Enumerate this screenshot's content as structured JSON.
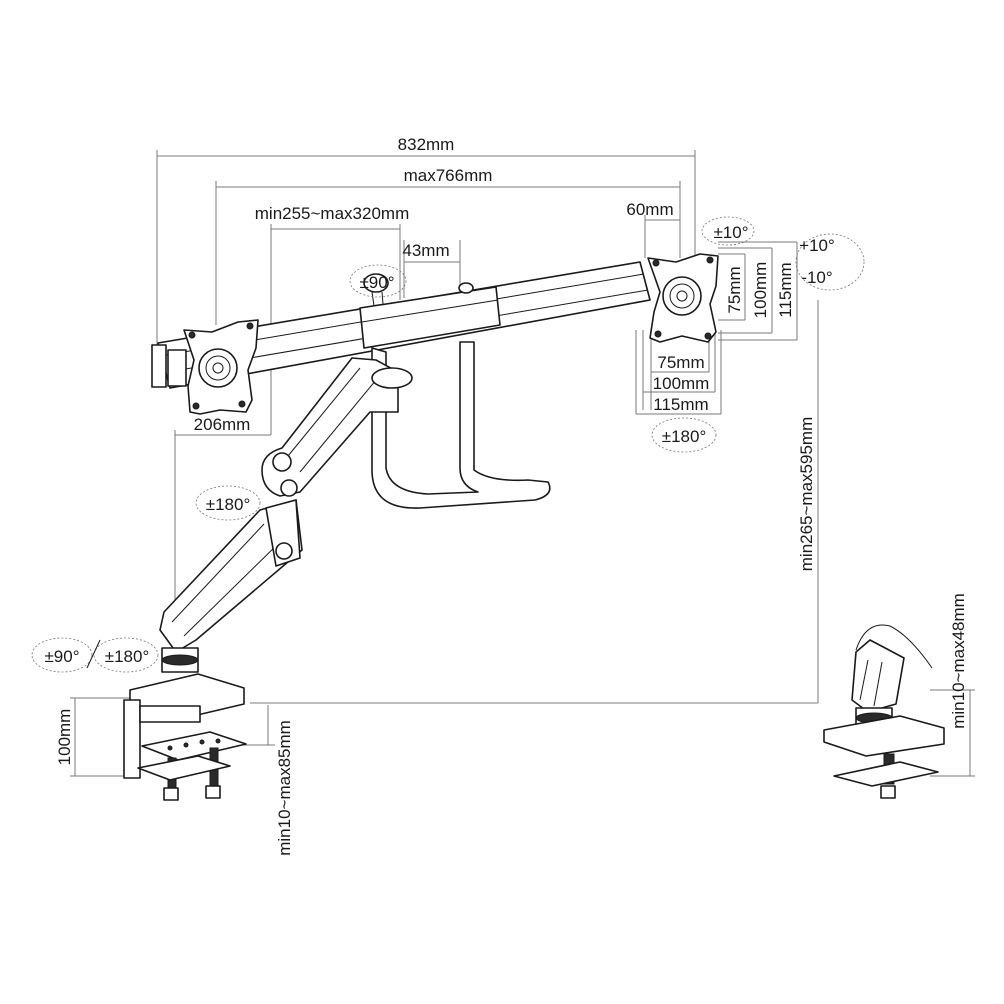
{
  "dimensions": {
    "total_width": "832mm",
    "vesa_span": "max766mm",
    "arm_reach": "min255~max320mm",
    "offset_60": "60mm",
    "offset_43": "43mm",
    "offset_206": "206mm",
    "vesa_75_v": "75mm",
    "vesa_100_v": "100mm",
    "vesa_115_v": "115mm",
    "vesa_75_h": "75mm",
    "vesa_100_h": "100mm",
    "vesa_115_h": "115mm",
    "height_range": "min265~max595mm",
    "clamp_height": "100mm",
    "desk_thickness": "min10~max85mm",
    "grommet_thickness": "min10~max48mm"
  },
  "rotations": {
    "tilt_small": "±10°",
    "tilt_up": "+10°",
    "tilt_down": "-10°",
    "bar_rotate": "±90°",
    "vesa_rotate": "±180°",
    "elbow_rotate": "±180°",
    "base_rotate_90": "±90°",
    "base_rotate_180": "±180°"
  },
  "colors": {
    "line": "#1a1a1a",
    "dimension": "#7a7a7a",
    "background": "#ffffff"
  }
}
